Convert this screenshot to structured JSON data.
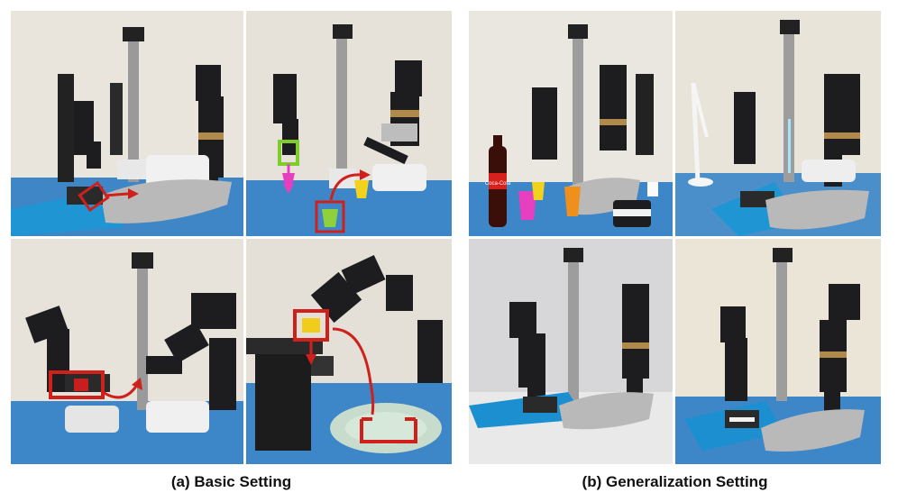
{
  "captions": {
    "basic": "(a) Basic Setting",
    "generalization": "(b) Generalization Setting"
  },
  "colors": {
    "annotation_red": "#d0201c",
    "annotation_green": "#7fcc2a",
    "annotation_pink": "#e63fbf",
    "tabletop_blue": "#3d86c8",
    "mat_blue": "#1c8fd1",
    "robot_black": "#1d1d1f",
    "wall": "#e6e2d8"
  },
  "panels": [
    {
      "group": "basic",
      "task": "sweep",
      "marks": [
        "red-box",
        "red-arrow"
      ],
      "objects": [
        "brush",
        "dustpan",
        "blue-mat"
      ]
    },
    {
      "group": "basic",
      "task": "cup-stacking",
      "marks": [
        "green-box",
        "pink-arrow",
        "red-box",
        "red-curve"
      ],
      "objects": [
        "green-cup",
        "pink-cup",
        "yellow-cup"
      ]
    },
    {
      "group": "basic",
      "task": "hand-over",
      "marks": [
        "red-box",
        "red-curve"
      ],
      "objects": [
        "red-cube"
      ]
    },
    {
      "group": "basic",
      "task": "drawer-to-plate",
      "marks": [
        "red-box",
        "red-arrow",
        "red-curve",
        "red-bracket"
      ],
      "objects": [
        "black-cabinet",
        "yellow-block",
        "plate"
      ]
    },
    {
      "group": "generalization",
      "task": "cluttered-table",
      "marks": [],
      "objects": [
        "cola-bottle",
        "pink-cup",
        "yellow-cup",
        "orange-cup",
        "sponge",
        "dustpan"
      ]
    },
    {
      "group": "generalization",
      "task": "sweep-lamp",
      "marks": [],
      "objects": [
        "desk-lamp",
        "brush",
        "dustpan",
        "blue-mat"
      ]
    },
    {
      "group": "generalization",
      "task": "sweep-grey-wall",
      "marks": [],
      "objects": [
        "brush",
        "dustpan",
        "blue-mat"
      ]
    },
    {
      "group": "generalization",
      "task": "sweep-beige-wall",
      "marks": [],
      "objects": [
        "brush",
        "dustpan",
        "blue-mat"
      ]
    }
  ],
  "scene_text": {
    "bottle_label": "Coca-Cola"
  }
}
